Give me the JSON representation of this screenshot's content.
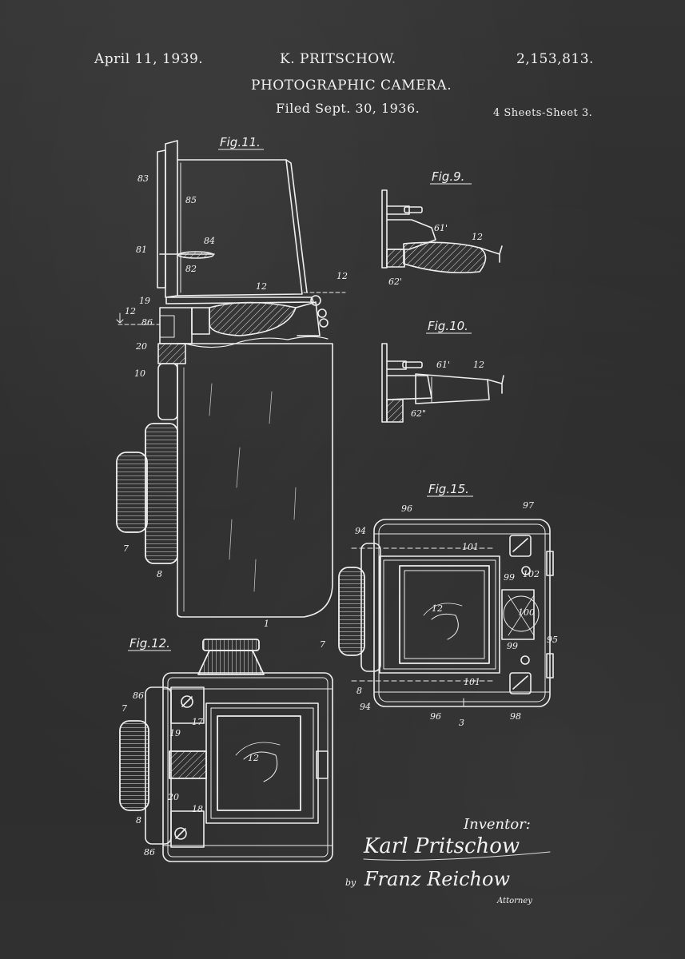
{
  "header": {
    "date": "April 11, 1939.",
    "inventor_name": "K. PRITSCHOW.",
    "patent_number": "2,153,813.",
    "title": "PHOTOGRAPHIC CAMERA.",
    "filed": "Filed Sept. 30, 1936.",
    "sheets": "4 Sheets-Sheet 3."
  },
  "figures": {
    "fig11": "Fig.11.",
    "fig9": "Fig.9.",
    "fig10": "Fig.10.",
    "fig15": "Fig.15.",
    "fig12": "Fig.12."
  },
  "reference_numerals": {
    "fig11": [
      "83",
      "85",
      "84",
      "81",
      "82",
      "12",
      "12",
      "19",
      "12",
      "86",
      "20",
      "10",
      "7",
      "8",
      "1"
    ],
    "fig9": [
      "61'",
      "12",
      "62'"
    ],
    "fig10": [
      "61'",
      "12",
      "62\""
    ],
    "fig15": [
      "96",
      "97",
      "94",
      "101",
      "102",
      "99",
      "12",
      "100",
      "7",
      "99",
      "95",
      "8",
      "101",
      "94",
      "96",
      "3",
      "98"
    ],
    "fig12": [
      "86",
      "7",
      "17",
      "19",
      "12",
      "20",
      "18",
      "8",
      "86"
    ]
  },
  "signature_block": {
    "inventor_label": "Inventor:",
    "inventor_signature": "Karl Pritschow",
    "by": "by",
    "attorney_signature": "Franz Reichow",
    "attorney_label": "Attorney"
  },
  "colors": {
    "background": "#2f2f2f",
    "ink": "#f0f0f0"
  }
}
